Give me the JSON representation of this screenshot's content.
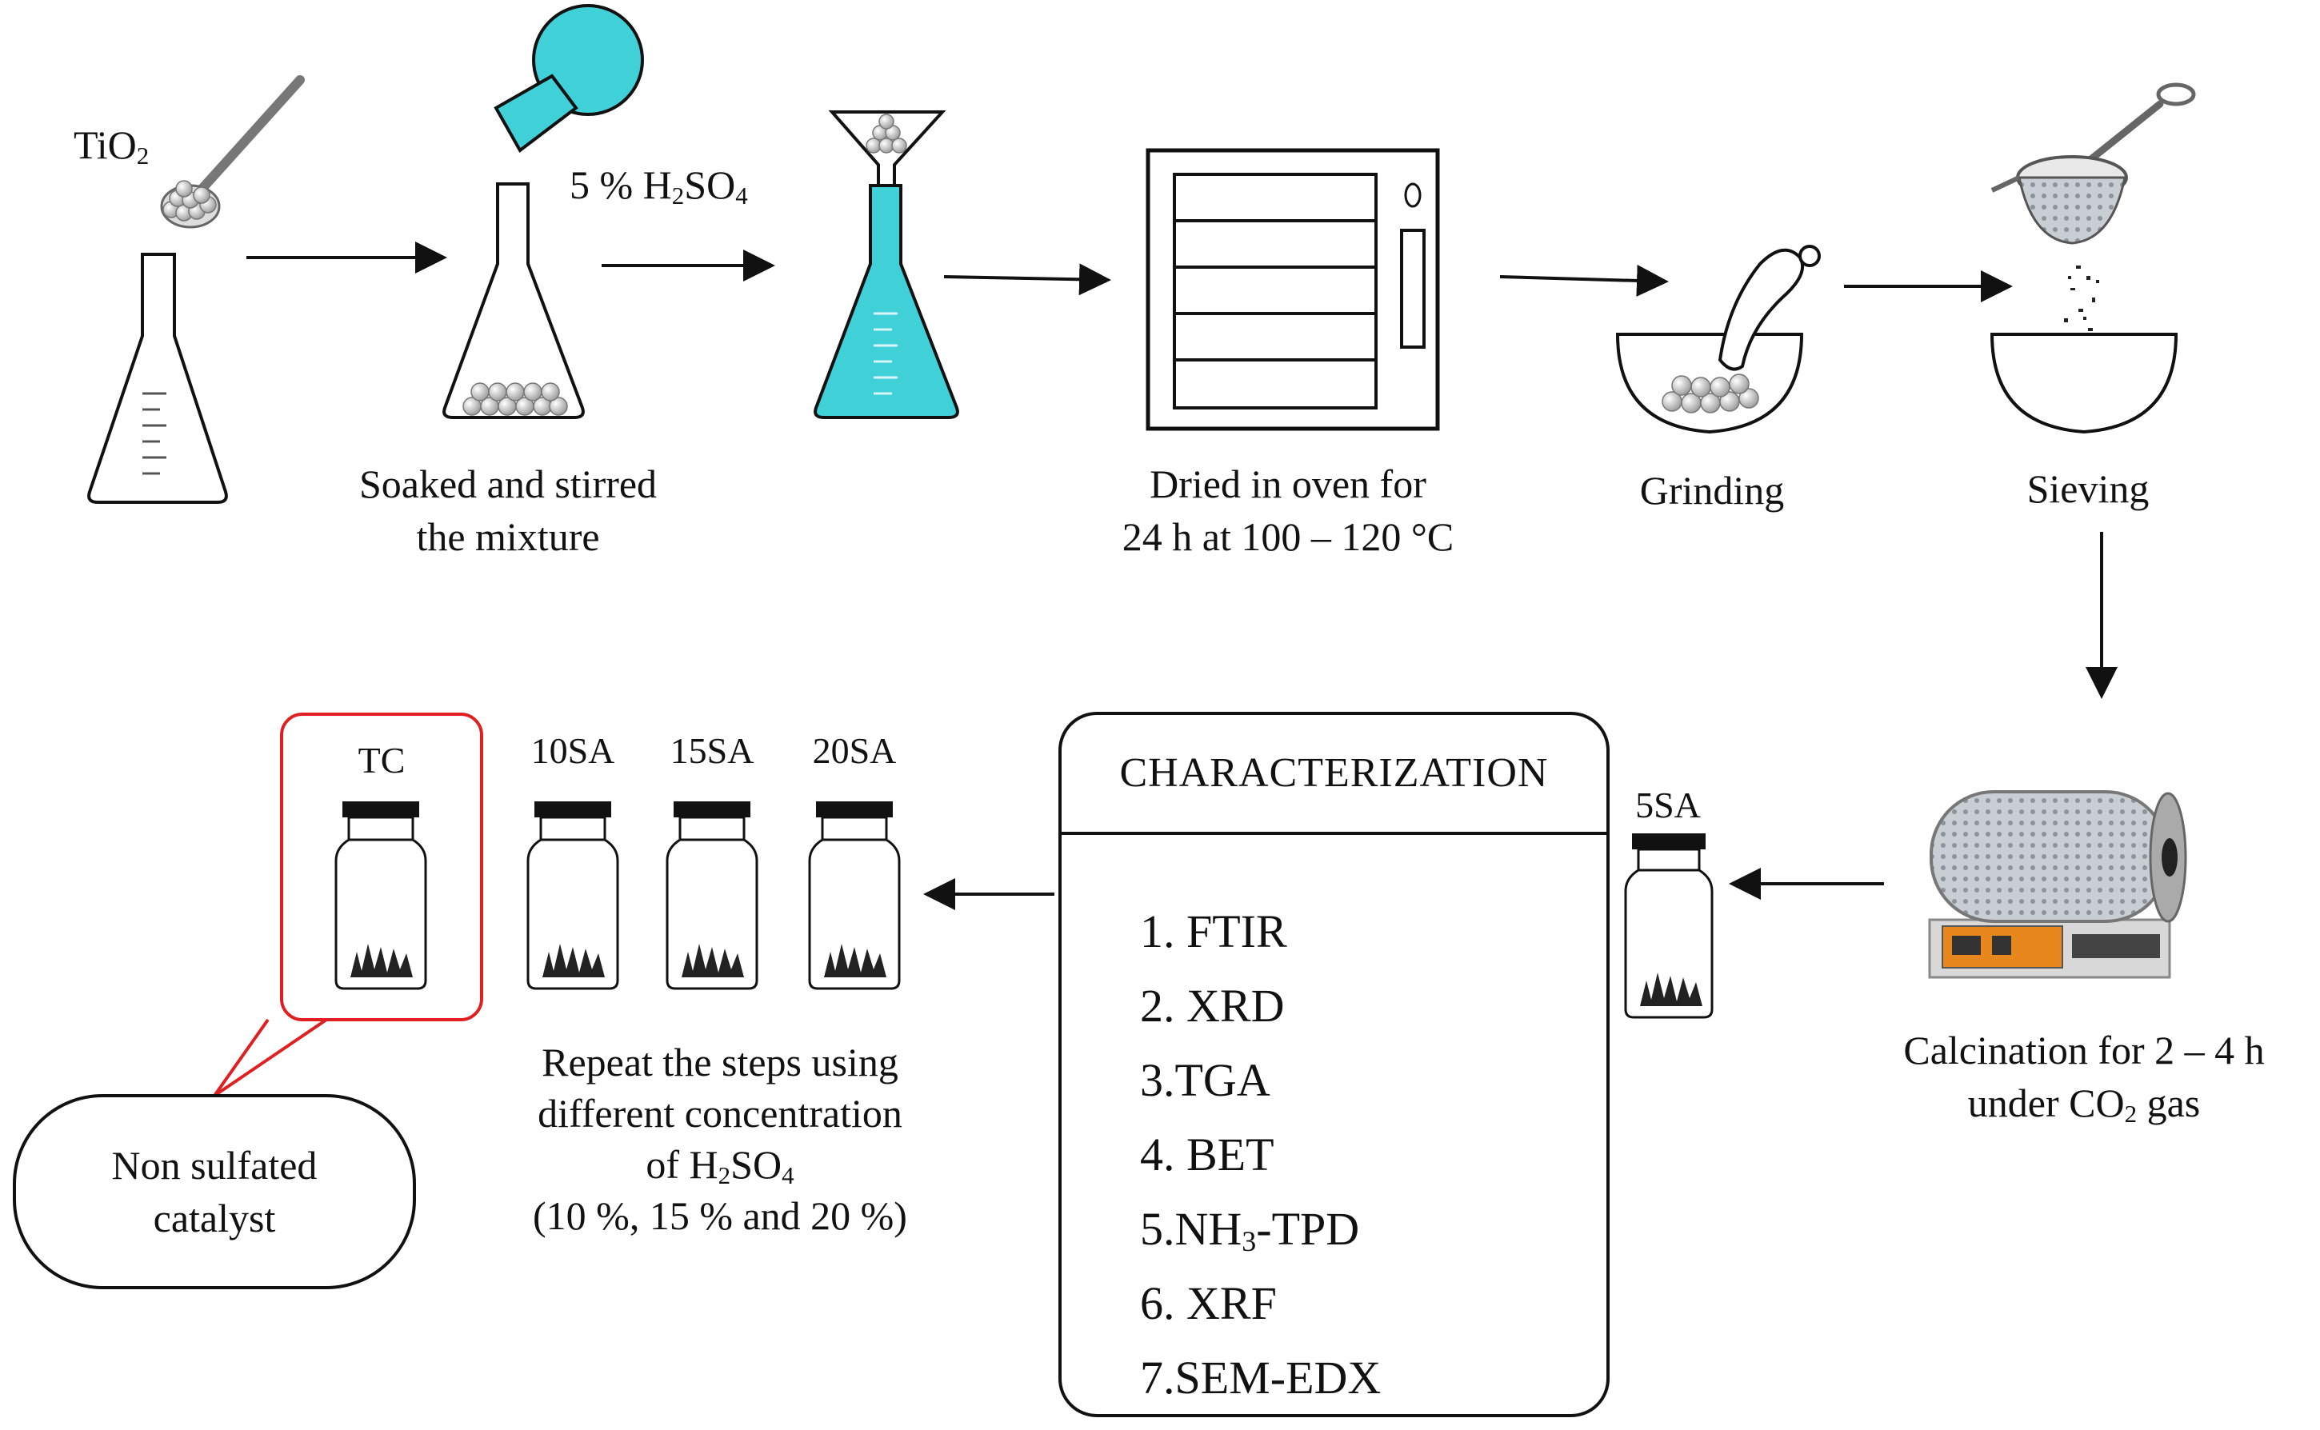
{
  "labels": {
    "tio2_main": "TiO",
    "tio2_sub": "2",
    "acid_pre": "5 % H",
    "acid_s1": "2",
    "acid_mid": "SO",
    "acid_s2": "4",
    "soak_line1": "Soaked and stirred",
    "soak_line2": "the mixture",
    "dry_line1": "Dried in oven for",
    "dry_line2": "24 h at 100 – 120 °C",
    "grinding": "Grinding",
    "sieving": "Sieving",
    "calc_line1": "Calcination for 2 – 4 h",
    "calc_line2_pre": "under CO",
    "calc_line2_sub": "2",
    "calc_line2_post": " gas",
    "repeat_line1": "Repeat the steps using",
    "repeat_line2": "different concentration",
    "repeat_line3_pre": "of H",
    "repeat_line3_s1": "2",
    "repeat_line3_mid": "SO",
    "repeat_line3_s2": "4",
    "repeat_line4": "(10 %, 15 % and 20 %)",
    "non_line1": "Non sulfated",
    "non_line2": "catalyst"
  },
  "samples": {
    "tc": "TC",
    "s10": "10SA",
    "s15": "15SA",
    "s20": "20SA",
    "s5": "5SA"
  },
  "characterization": {
    "title": "CHARACTERIZATION",
    "m1": "1. FTIR",
    "m2": "2. XRD",
    "m3": "3.TGA",
    "m4": "4. BET",
    "m5_pre": "5.NH",
    "m5_sub": "3",
    "m5_post": "-TPD",
    "m6": "6. XRF",
    "m7": "7.SEM-EDX"
  },
  "colors": {
    "acid": "#3fd0d8",
    "highlight": "#e02020",
    "line": "#111111",
    "furnace_panel": "#e8871e"
  }
}
